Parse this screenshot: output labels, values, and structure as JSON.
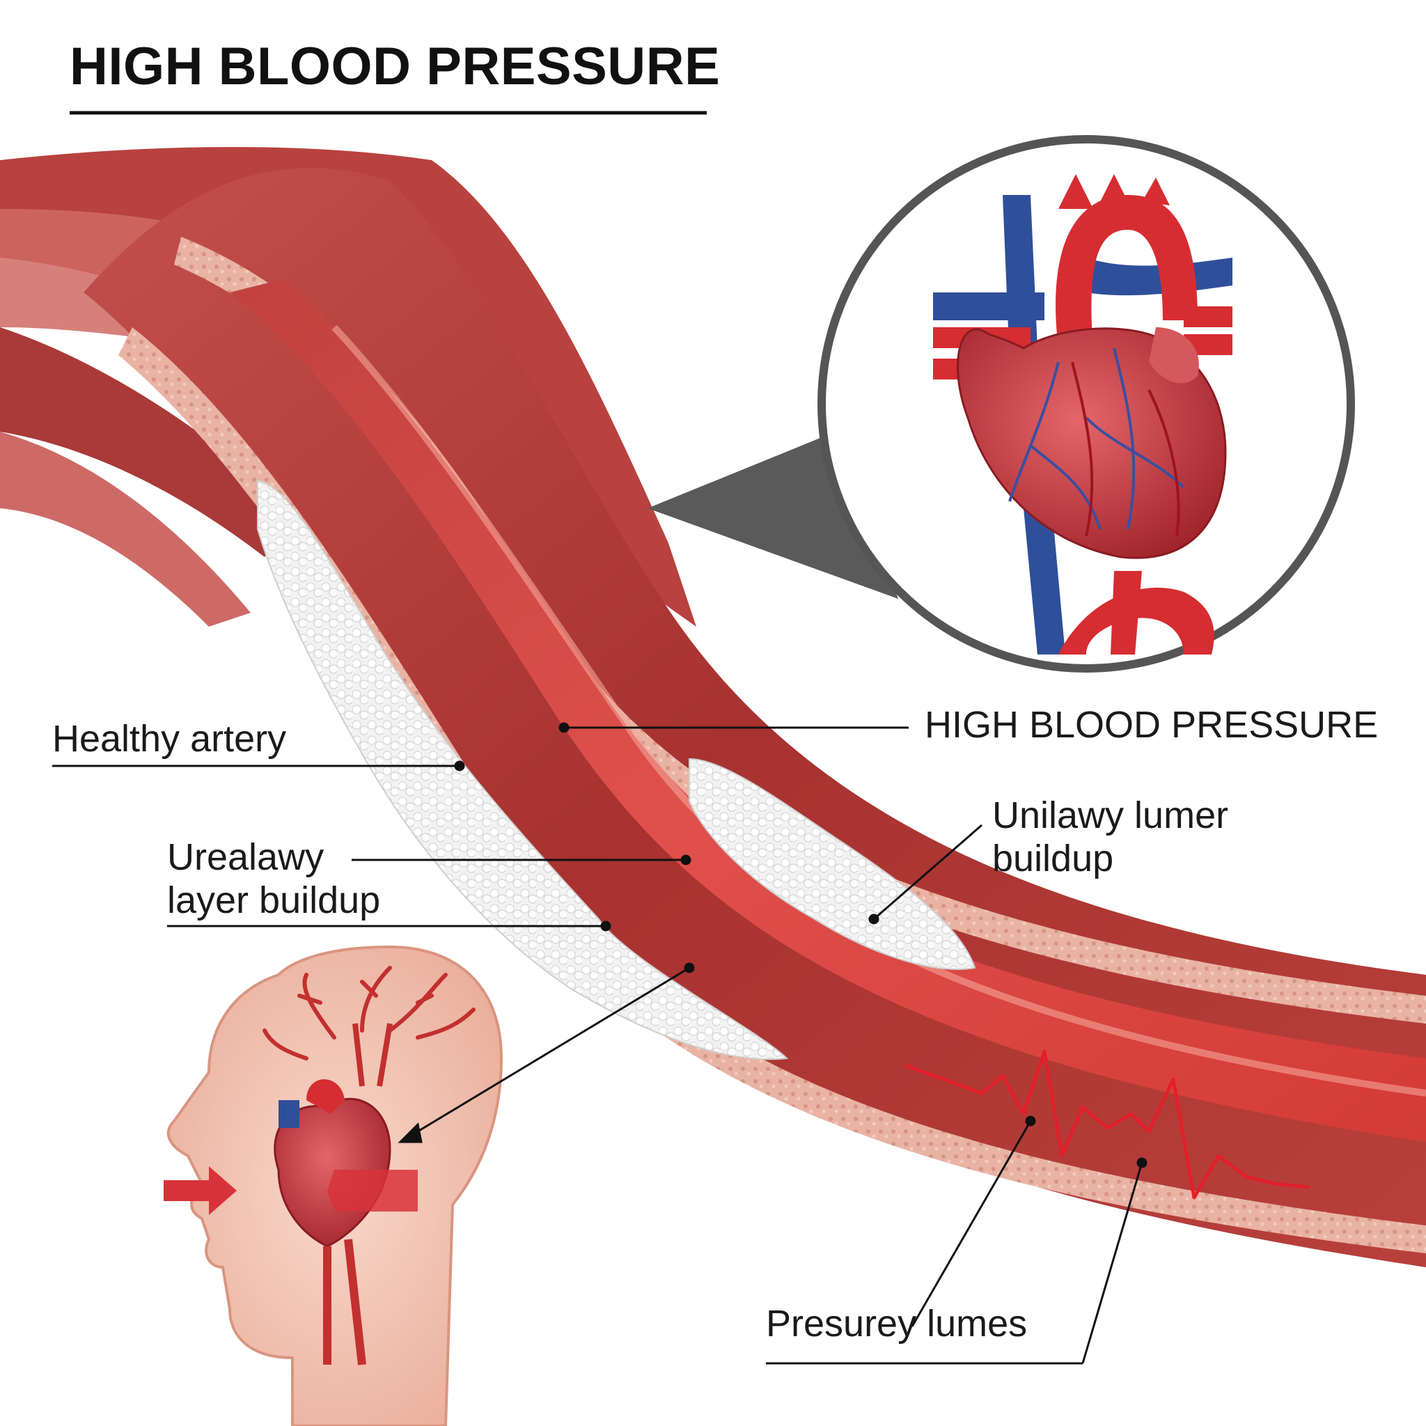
{
  "title": "HIGH BLOOD PRESSURE",
  "labels": {
    "healthy_artery": "Healthy artery",
    "high_blood_pressure": "HIGH BLOOD PRESSURE",
    "unilawy_lumer": "Unilawy lumer\nbuildup",
    "urealawy_layer": "Urealawy\nlayer buildup",
    "presurey_lumes": "Presurey lumes"
  },
  "colors": {
    "artery_outer": "#a9373a",
    "artery_wall": "#c65a55",
    "lumen": "#d94a47",
    "lumen_highlight": "#f08a82",
    "adventitia": "#e9b2a4",
    "plaque": "#eeeeee",
    "heart": "#c7333a",
    "vein": "#2f4f9a",
    "callout_gray": "#5a5a5a",
    "skin": "#f3c3b0"
  }
}
